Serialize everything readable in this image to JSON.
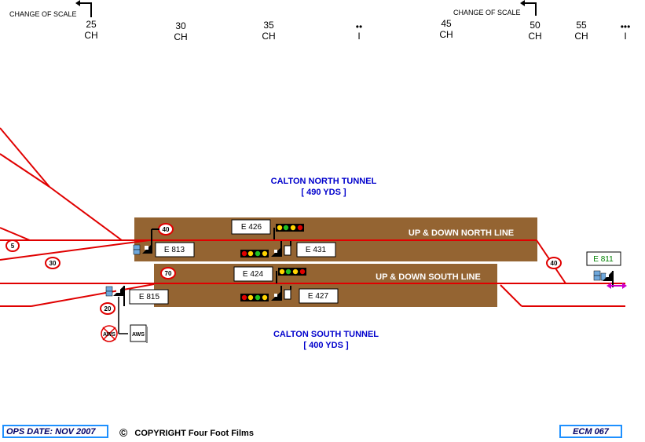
{
  "scale": {
    "change_of_scale_left": "CHANGE OF SCALE",
    "change_of_scale_right": "CHANGE OF SCALE",
    "marks": [
      {
        "num": "25",
        "unit": "CH"
      },
      {
        "num": "30",
        "unit": "CH"
      },
      {
        "num": "35",
        "unit": "CH"
      },
      {
        "num": "45",
        "unit": "CH"
      },
      {
        "num": "50",
        "unit": "CH"
      },
      {
        "num": "55",
        "unit": "CH"
      }
    ],
    "milepost_2_dots": "••",
    "milepost_2_bar": "I",
    "milepost_3_dots": "•••",
    "milepost_3_bar": "I"
  },
  "tunnels": {
    "north_name": "CALTON NORTH TUNNEL",
    "north_length": "[ 490 YDS ]",
    "south_name": "CALTON SOUTH TUNNEL",
    "south_length": "[ 400 YDS ]"
  },
  "lines": {
    "north": "UP & DOWN NORTH LINE",
    "south": "UP & DOWN SOUTH LINE"
  },
  "signals": {
    "e426": "E 426",
    "e813": "E 813",
    "e431": "E 431",
    "e424": "E 424",
    "e815": "E 815",
    "e427": "E 427",
    "e811": "E 811"
  },
  "speeds": {
    "s5": "5",
    "s30": "30",
    "s40a": "40",
    "s70": "70",
    "s20": "20",
    "s40b": "40"
  },
  "aws": {
    "cancelled": "AWS",
    "normal": "AWS"
  },
  "footer": {
    "ops_date": "OPS DATE: NOV 2007",
    "copyright_symbol": "©",
    "copyright_text": "COPYRIGHT Four Foot Films",
    "ecm": "ECM 067"
  },
  "colors": {
    "track": "#e00000",
    "tunnel": "#946432",
    "tunnel_text": "#0000cc",
    "footer_border": "#1e90ff",
    "trap_marker": "#cc00cc"
  }
}
